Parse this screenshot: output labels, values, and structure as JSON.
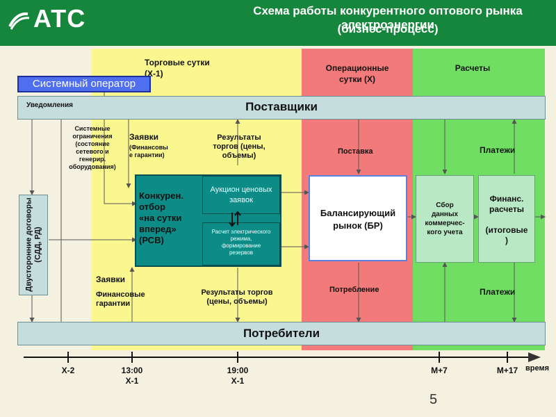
{
  "header": {
    "logo_text": "АТС",
    "title_line1": "Схема работы конкурентного оптового рынка электроэнергии",
    "title_line2": "(бизнес-процесс)"
  },
  "zones": {
    "trading_day": "Торговые сутки\n(Х-1)",
    "operational_day": "Операционные\nсутки (Х)",
    "settlements": "Расчеты"
  },
  "bars": {
    "system_operator": "Системный оператор",
    "notifications": "Уведомления",
    "suppliers": "Поставщики",
    "consumers": "Потребители",
    "bilateral": "Двусторонние договоры (СДД, РД)"
  },
  "labels": {
    "system_constraints": "Системные\nограничения\n(состояние\nсетевого и\nгенерир.\nоборудования)",
    "bids_top_title": "Заявки",
    "bids_top_sub": "(Финансовы\nе гарантии)",
    "results_top": "Результаты\nторгов (цены,\nобъемы)",
    "delivery": "Поставка",
    "payments_top": "Платежи",
    "bids_bottom_title": "Заявки",
    "bids_bottom_sub": "Финансовые\nгарантии",
    "results_bottom": "Результаты торгов\n(цены, объемы)",
    "consumption": "Потребление",
    "payments_bottom": "Платежи"
  },
  "boxes": {
    "competitive_selection": "Конкурен.\nотбор\n«на сутки\nвперед»\n(РСВ)",
    "auction": "Аукцион ценовых\nзаявок",
    "regime_calc": "Расчет электрического\nрежима,\nформирование\nрезервов",
    "balancing_market": "Балансирующий\nрынок (БР)",
    "data_collection": "Сбор\nданных\nкоммерчес-\nкого учета",
    "fin_settlements": "Финанс.\nрасчеты\n\n(итоговые\n)"
  },
  "timeline": {
    "ticks": [
      "Х-2",
      "13:00\nХ-1",
      "19:00\nХ-1",
      "М+7",
      "М+17"
    ],
    "axis_label": "время"
  },
  "page_number": "5",
  "colors": {
    "header_green": "#15863c",
    "trading_yellow": "#fbf78f",
    "operational_red": "#f27a7a",
    "settlement_green": "#6fde62",
    "bar_teal": "#c5dedd",
    "rsv_teal": "#0d8c87",
    "system_operator_blue": "#4f6ef0"
  }
}
